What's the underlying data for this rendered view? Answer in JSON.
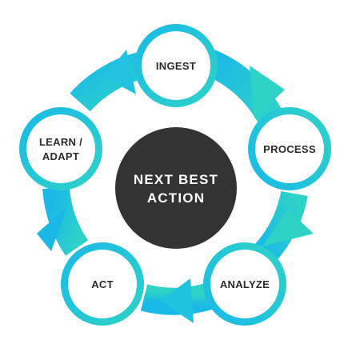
{
  "diagram": {
    "center": {
      "line1": "NEXT BEST",
      "line2": "ACTION"
    },
    "steps": [
      {
        "id": "ingest",
        "line1": "INGEST",
        "line2": ""
      },
      {
        "id": "process",
        "line1": "PROCESS",
        "line2": ""
      },
      {
        "id": "analyze",
        "line1": "ANALYZE",
        "line2": ""
      },
      {
        "id": "act",
        "line1": "ACT",
        "line2": ""
      },
      {
        "id": "learn",
        "line1": "LEARN /",
        "line2": "ADAPT"
      }
    ],
    "colors": {
      "arrow_start": "#19b9e8",
      "arrow_end": "#2fd3c6",
      "node_fill": "#ffffff",
      "center_fill": "#333333",
      "text": "#2b2b2b"
    }
  }
}
